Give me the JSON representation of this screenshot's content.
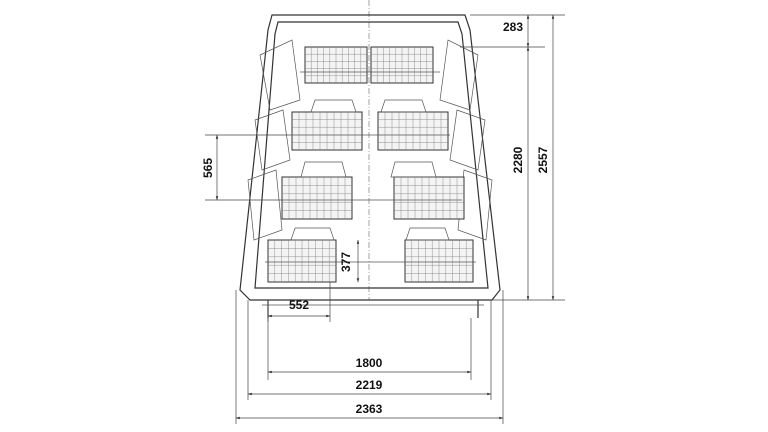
{
  "drawing": {
    "dimensions": {
      "top_clearance": "283",
      "inner_height": "2280",
      "total_height": "2557",
      "tier_spacing": "565",
      "cage_height": "377",
      "cage_depth": "552",
      "base_width": "1800",
      "frame_width": "2219",
      "total_width": "2363"
    },
    "colors": {
      "line": "#333333",
      "mesh": "#777777",
      "background": "#ffffff"
    }
  }
}
